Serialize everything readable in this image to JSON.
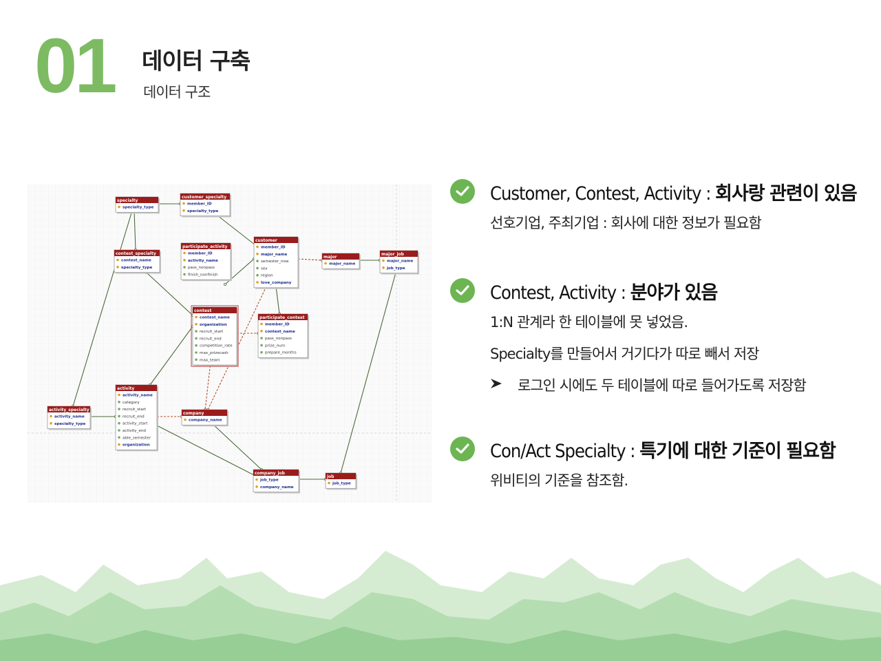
{
  "header": {
    "number": "01",
    "title": "데이터 구축",
    "subtitle": "데이터 구조"
  },
  "sections": [
    {
      "head_en": "Customer, Contest, Activity :",
      "head_ko": "회사랑 관련이 있음",
      "lines": [
        "선호기업, 주최기업 : 회사에 대한 정보가 필요함"
      ]
    },
    {
      "head_en": "Contest, Activity :",
      "head_ko": "분야가 있음",
      "lines": [
        "1:N 관계라 한 테이블에 못 넣었음.",
        "Specialty를 만들어서 거기다가 따로 빼서 저장"
      ],
      "bullet": "로그인 시에도 두 테이블에 따로 들어가도록 저장함"
    },
    {
      "head_en": "Con/Act Specialty :",
      "head_ko": "특기에 대한 기준이 필요함",
      "lines": [
        "위비티의 기준을 참조함."
      ]
    }
  ],
  "icons": {
    "check": "check-circle-icon",
    "bullet": "arrowhead-bullet-icon"
  },
  "colors": {
    "accent_green": "#7dbb63",
    "check_green": "#6cb552",
    "table_header": "#9b1c1c"
  },
  "erd": {
    "tables": [
      {
        "id": "specialty",
        "name": "specialty",
        "fields": [
          "specialty_type"
        ]
      },
      {
        "id": "customer_specialty",
        "name": "customer_specialty",
        "fields": [
          "member_ID",
          "specialty_type"
        ]
      },
      {
        "id": "contest_specialty",
        "name": "contest_specialty",
        "fields": [
          "contest_name",
          "specialty_type"
        ]
      },
      {
        "id": "participate_activity",
        "name": "participate_activity",
        "fields": [
          "member_ID",
          "activity_name",
          "pass_nonpass",
          "finish_nonfinish"
        ]
      },
      {
        "id": "customer",
        "name": "customer",
        "fields": [
          "member_ID",
          "major_name",
          "semester_now",
          "sex",
          "region",
          "love_company"
        ]
      },
      {
        "id": "major",
        "name": "major",
        "fields": [
          "major_name"
        ]
      },
      {
        "id": "major_job",
        "name": "major_job",
        "fields": [
          "major_name",
          "job_type"
        ]
      },
      {
        "id": "contest",
        "name": "contest",
        "fields": [
          "contest_name",
          "organization",
          "recruit_start",
          "recruit_end",
          "competition_rate",
          "max_prizecash",
          "max_team"
        ]
      },
      {
        "id": "participate_contest",
        "name": "participate_contest",
        "fields": [
          "member_ID",
          "contest_name",
          "pass_nonpass",
          "prize_num",
          "prepare_months"
        ]
      },
      {
        "id": "activity_specialty",
        "name": "activity_specialty",
        "fields": [
          "activity_name",
          "specialty_type"
        ]
      },
      {
        "id": "activity",
        "name": "activity",
        "fields": [
          "activity_name",
          "category",
          "recruit_start",
          "recruit_end",
          "activity_start",
          "activity_end",
          "able_semester",
          "organization"
        ]
      },
      {
        "id": "company",
        "name": "company",
        "fields": [
          "company_name"
        ]
      },
      {
        "id": "company_job",
        "name": "company_job",
        "fields": [
          "job_type",
          "company_name"
        ]
      },
      {
        "id": "job",
        "name": "job",
        "fields": [
          "job_type"
        ]
      }
    ]
  }
}
